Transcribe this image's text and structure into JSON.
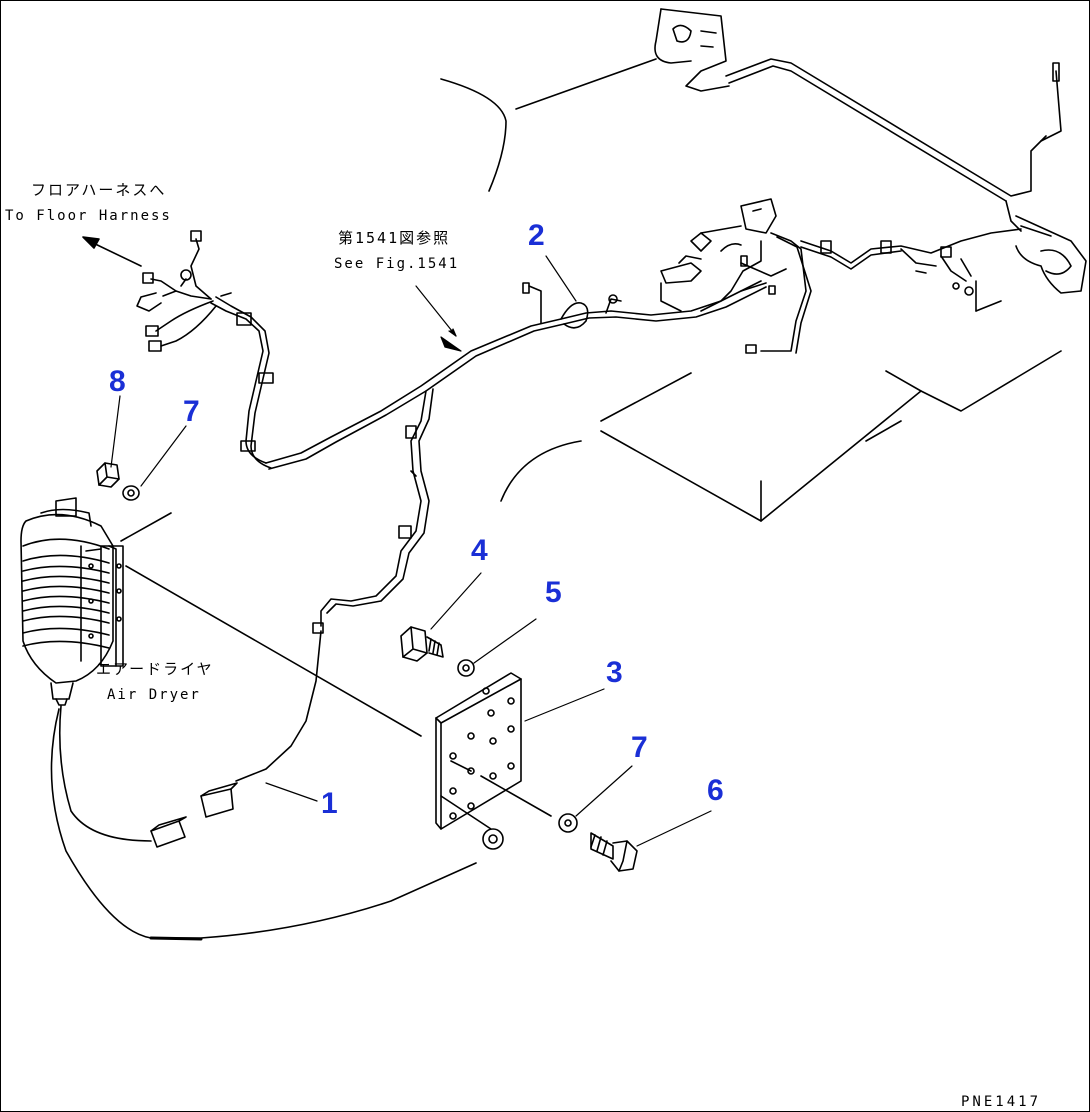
{
  "labels": {
    "floor_harness_jp": "フロアハーネスへ",
    "floor_harness_en": "To Floor Harness",
    "see_fig_jp": "第1541図参照",
    "see_fig_en": "See Fig.1541",
    "air_dryer_jp": "エアードライヤ",
    "air_dryer_en": "Air Dryer",
    "drawing_code": "PNE1417"
  },
  "callouts": [
    "1",
    "2",
    "3",
    "4",
    "5",
    "6",
    "7",
    "7",
    "8"
  ],
  "colors": {
    "callout": "#1a2fd6",
    "line": "#000000"
  }
}
